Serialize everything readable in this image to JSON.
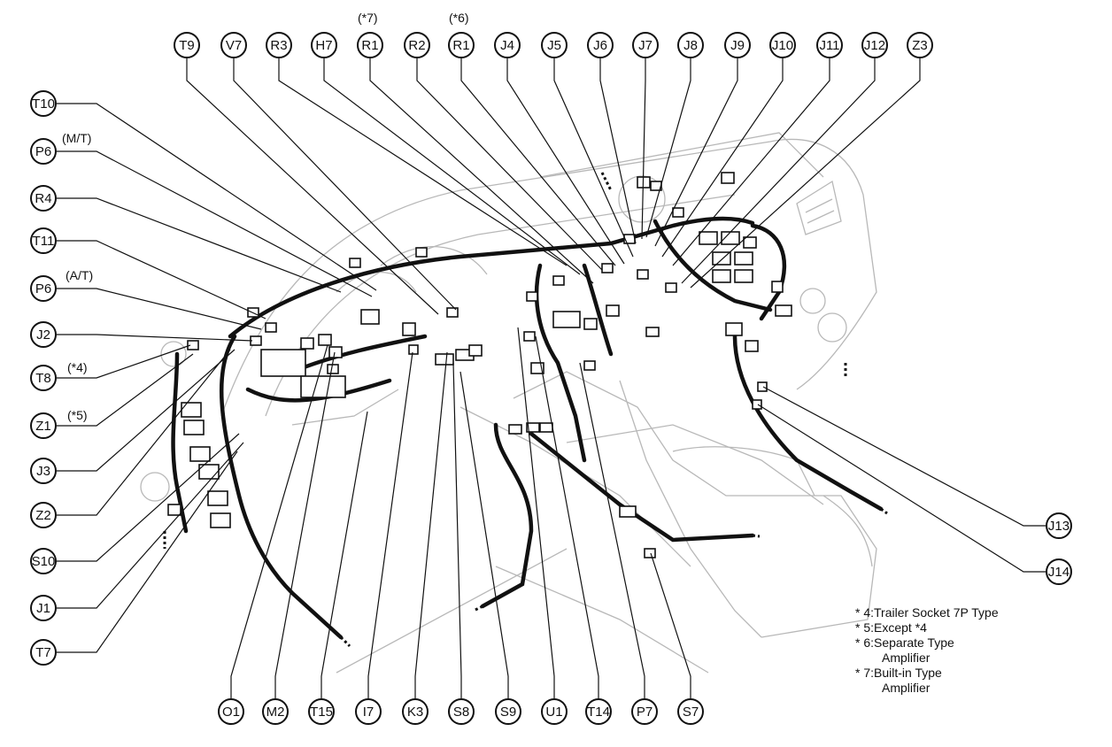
{
  "diagram": {
    "callouts_top": [
      "T9",
      "V7",
      "R3",
      "H7",
      "R1",
      "R2",
      "R1",
      "J4",
      "J5",
      "J6",
      "J7",
      "J8",
      "J9",
      "J10",
      "J11",
      "J12",
      "Z3"
    ],
    "qualifiers_top": {
      "r1_a": "(*7)",
      "r1_b": "(*6)"
    },
    "callouts_left": [
      "T10",
      "P6",
      "R4",
      "T11",
      "P6",
      "J2",
      "T8",
      "Z1",
      "J3",
      "Z2",
      "S10",
      "J1",
      "T7"
    ],
    "qualifiers_left": {
      "p6_mt": "(M/T)",
      "p6_at": "(A/T)",
      "t8": "(*4)",
      "z1": "(*5)"
    },
    "callouts_bottom": [
      "O1",
      "M2",
      "T15",
      "I7",
      "K3",
      "S8",
      "S9",
      "U1",
      "T14",
      "P7",
      "S7"
    ],
    "callouts_right": [
      "J13",
      "J14"
    ],
    "notes": [
      "* 4:Trailer Socket 7P Type",
      "* 5:Except *4",
      "* 6:Separate Type",
      "Amplifier",
      "* 7:Built-in Type",
      "Amplifier"
    ],
    "colors": {
      "line": "#111111",
      "sketch": "#b8b8b8",
      "background": "#ffffff"
    }
  }
}
